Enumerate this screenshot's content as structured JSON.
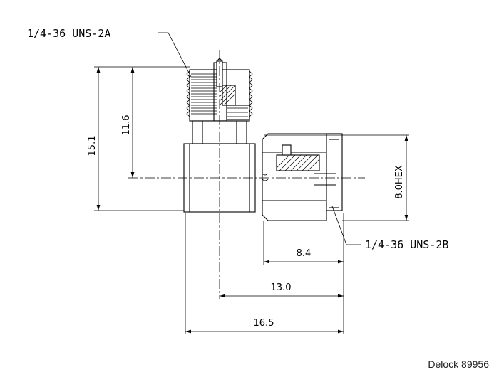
{
  "annotations": {
    "thread_top": "1/4-36 UNS-2A",
    "thread_right": "1/4-36 UNS-2B"
  },
  "dimensions": {
    "overall_height": "15.1",
    "top_height": "11.6",
    "hex_size": "8.0HEX",
    "nut_length": "8.4",
    "length_center": "13.0",
    "overall_length": "16.5"
  },
  "watermark": "Delock 89956"
}
